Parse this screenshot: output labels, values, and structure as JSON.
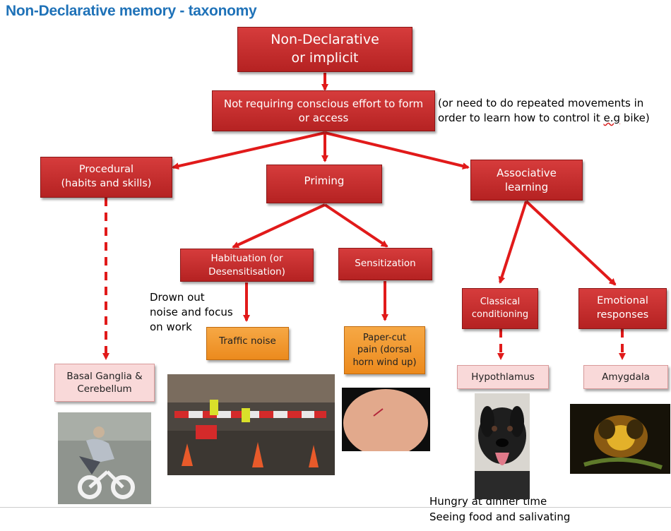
{
  "title": "Non-Declarative memory - taxonomy",
  "nodes": {
    "root": "Non-Declarative\nor implicit",
    "effort": "Not requiring conscious effort to form\nor access",
    "procedural": "Procedural\n(habits and skills)",
    "priming": "Priming",
    "associative": "Associative\nlearning",
    "habituation": "Habituation (or\nDesensitisation)",
    "sensitization": "Sensitization",
    "classical": "Classical\nconditioning",
    "emotional": "Emotional\nresponses",
    "traffic": "Traffic noise",
    "papercut": "Paper-cut\npain (dorsal\nhorn wind up)",
    "basal": "Basal Ganglia &\nCerebellum",
    "hypothalamus": "Hypothlamus",
    "amygdala": "Amygdala"
  },
  "notes": {
    "effort_note_1": "(or need to do repeated movements in",
    "effort_note_2_pre": "order to learn how to control it ",
    "effort_note_2_eg": "e.g",
    "effort_note_2_post": " bike)",
    "drown_out": "Drown out\nnoise and focus\non work",
    "hungry_1": "Hungry at dinner time",
    "hungry_2": "Seeing food and salivating"
  },
  "colors": {
    "title": "#1f72b8",
    "box_red": "#c62d2d",
    "box_orange": "#f0952a",
    "box_pink": "#f9d9d9",
    "arrow": "#e11a1a"
  },
  "icons": {
    "photo_cyclist": "bike-lane-figure-photo",
    "photo_roadworks": "roadworks-photo",
    "photo_finger": "paper-cut-finger-photo",
    "photo_dog": "dog-photo",
    "photo_hornet": "hornet-photo"
  }
}
